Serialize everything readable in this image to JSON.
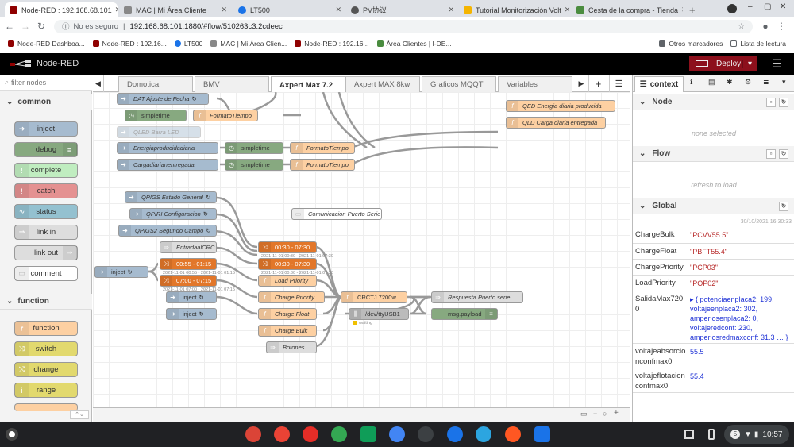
{
  "browser": {
    "tabs": [
      {
        "title": "Node-RED : 192.168.68.101",
        "color": "#8f0000"
      },
      {
        "title": "MAC | Mi Área Cliente",
        "color": "#888888"
      },
      {
        "title": "LT500",
        "color": "#1a73e8"
      },
      {
        "title": "PV协议",
        "color": "#555555"
      },
      {
        "title": "Tutorial Monitorización Volt",
        "color": "#f4b400"
      },
      {
        "title": "Cesta de la compra - Tienda",
        "color": "#4a8c3f"
      }
    ],
    "new_tab": "+",
    "security": "No es seguro",
    "url": "192.168.68.101:1880/#flow/510263c3.2cdeec",
    "bookmarks": [
      "Node-RED Dashboa...",
      "Node-RED : 192.16...",
      "LT500",
      "MAC | Mi Área Clien...",
      "Node-RED : 192.16...",
      "Área Clientes | I-DE..."
    ],
    "other_bookmarks": "Otros marcadores",
    "reading_list": "Lista de lectura"
  },
  "app": {
    "title": "Node-RED",
    "deploy": "Deploy"
  },
  "palette": {
    "filter_placeholder": "filter nodes",
    "categories": [
      "common",
      "function"
    ],
    "common": [
      {
        "label": "inject",
        "color": "#a6bbcf"
      },
      {
        "label": "debug",
        "color": "#87a980"
      },
      {
        "label": "complete",
        "color": "#c0edc0"
      },
      {
        "label": "catch",
        "color": "#e49191"
      },
      {
        "label": "status",
        "color": "#94c1d0"
      },
      {
        "label": "link in",
        "color": "#dddddd"
      },
      {
        "label": "link out",
        "color": "#dddddd"
      },
      {
        "label": "comment",
        "color": "#ffffff"
      }
    ],
    "function": [
      {
        "label": "function",
        "color": "#fdd0a2"
      },
      {
        "label": "switch",
        "color": "#e2d96e"
      },
      {
        "label": "change",
        "color": "#e2d96e"
      },
      {
        "label": "range",
        "color": "#e2d96e"
      }
    ]
  },
  "workspace": {
    "tabs": [
      "Domotica",
      "BMV",
      "Axpert Max 7.2",
      "Axpert MAX 8kw",
      "Graficos MQQT",
      "Variables"
    ],
    "nodes": [
      {
        "label": "DAT Ajuste de Fecha",
        "color": "#a6bbcf"
      },
      {
        "label": "simpletime",
        "color": "#87a980"
      },
      {
        "label": "FormatoTiempo",
        "color": "#fdd0a2"
      },
      {
        "label": "QLED Barra LED",
        "color": "#a6bbcf"
      },
      {
        "label": "Energiaproducidadiaria",
        "color": "#a6bbcf"
      },
      {
        "label": "simpletime",
        "color": "#87a980"
      },
      {
        "label": "FormatoTiempo",
        "color": "#fdd0a2"
      },
      {
        "label": "Cargadiarianentregada",
        "color": "#a6bbcf"
      },
      {
        "label": "simpletime",
        "color": "#87a980"
      },
      {
        "label": "FormatoTiempo",
        "color": "#fdd0a2"
      },
      {
        "label": "QED Energia diaria producida",
        "color": "#fdd0a2"
      },
      {
        "label": "QLD Carga diaria entregada",
        "color": "#fdd0a2"
      },
      {
        "label": "QPIGS Estado General",
        "color": "#a6bbcf"
      },
      {
        "label": "QPIRI Configuracion",
        "color": "#a6bbcf"
      },
      {
        "label": "QPIGS2 Segundo Campo",
        "color": "#a6bbcf"
      },
      {
        "label": "Comunicacion Puerto Serie",
        "color": "#ffffff"
      },
      {
        "label": "EntradaalCRC",
        "color": "#dddddd"
      },
      {
        "label": "inject",
        "color": "#a6bbcf"
      },
      {
        "label": "00:55 - 01:15",
        "color": "#e2772a"
      },
      {
        "label": "07:00 - 07:15",
        "color": "#e2772a"
      },
      {
        "label": "00:30 - 07:30",
        "color": "#e2772a"
      },
      {
        "label": "00:30 - 07:30",
        "color": "#e2772a"
      },
      {
        "label": "Load Priority",
        "color": "#fdd0a2"
      },
      {
        "label": "inject",
        "color": "#a6bbcf"
      },
      {
        "label": "inject",
        "color": "#a6bbcf"
      },
      {
        "label": "Charge Priority",
        "color": "#fdd0a2"
      },
      {
        "label": "Charge Float",
        "color": "#fdd0a2"
      },
      {
        "label": "Charge Bulk",
        "color": "#fdd0a2"
      },
      {
        "label": "Botones",
        "color": "#dddddd"
      },
      {
        "label": "CRCTJ 7200w",
        "color": "#fdd0a2"
      },
      {
        "label": "/dev/ttyUSB1",
        "color": "#bbbbbb"
      },
      {
        "label": "Respuesta Puerto serie",
        "color": "#dddddd"
      },
      {
        "label": "msg.payload",
        "color": "#87a980"
      }
    ],
    "statuses": [
      "2021-11-01 00:30 - 2021-11-01 07:30",
      "2021-11-01 00:30 - 2021-11-01 07:30",
      "2021-11-01 00:55 - 2021-11-01 01:15",
      "2021-11-01 07:00 - 2021-11-01 07:15",
      "waiting"
    ]
  },
  "sidebar": {
    "title": "context",
    "node_section": "Node",
    "node_empty": "none selected",
    "flow_section": "Flow",
    "flow_empty": "refresh to load",
    "global_section": "Global",
    "timestamp": "30/10/2021 16:30:33",
    "globals": [
      {
        "key": "ChargeBulk",
        "value": "\"PCVV55.5\"",
        "type": "str"
      },
      {
        "key": "ChargeFloat",
        "value": "\"PBFT55.4\"",
        "type": "str"
      },
      {
        "key": "ChargePriority",
        "value": "\"PCP03\"",
        "type": "str"
      },
      {
        "key": "LoadPriority",
        "value": "\"POP02\"",
        "type": "str"
      },
      {
        "key": "SalidaMax7200",
        "value": "▸ { potenciaenplaca2: 199, voltajeenplaca2: 302, amperiosenplaca2: 0, voltajeredconf: 230, amperiosredmaxconf: 31.3 … }",
        "type": "num"
      },
      {
        "key": "voltajeabsorcionconfmax0",
        "value": "55.5",
        "type": "num"
      },
      {
        "key": "voltajeflotacionconfmax0",
        "value": "55.4",
        "type": "num"
      }
    ]
  },
  "taskbar": {
    "time": "10:57",
    "battery": "5"
  }
}
